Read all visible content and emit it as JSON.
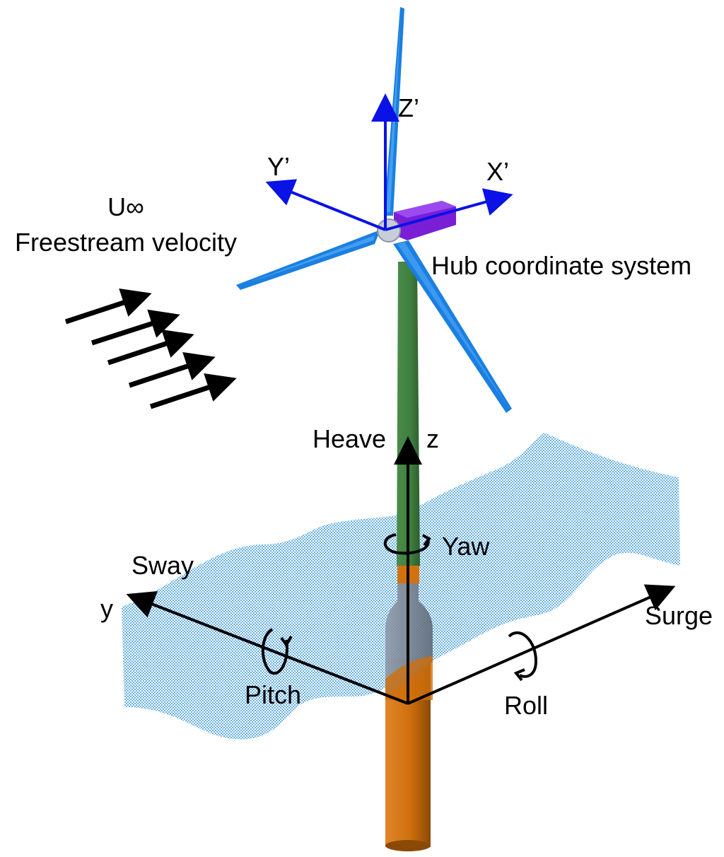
{
  "labels": {
    "freestream_symbol": "U∞",
    "freestream": "Freestream velocity",
    "hub_axis_z": "Z’",
    "hub_axis_y": "Y’",
    "hub_axis_x": "X’",
    "hub_system": "Hub coordinate system",
    "heave": "Heave",
    "axis_z": "z",
    "yaw": "Yaw",
    "sway": "Sway",
    "axis_y": "y",
    "pitch": "Pitch",
    "roll": "Roll",
    "surge": "Surge"
  },
  "colors": {
    "blade": "#1a7fe0",
    "blade_light": "#5fb2ff",
    "nacelle": "#7a1fd6",
    "tower": "#3f7f3f",
    "spar": "#d2720f",
    "sea": "#4fa3e0",
    "hub_axes": "#0a12e6",
    "axes": "#000000"
  }
}
